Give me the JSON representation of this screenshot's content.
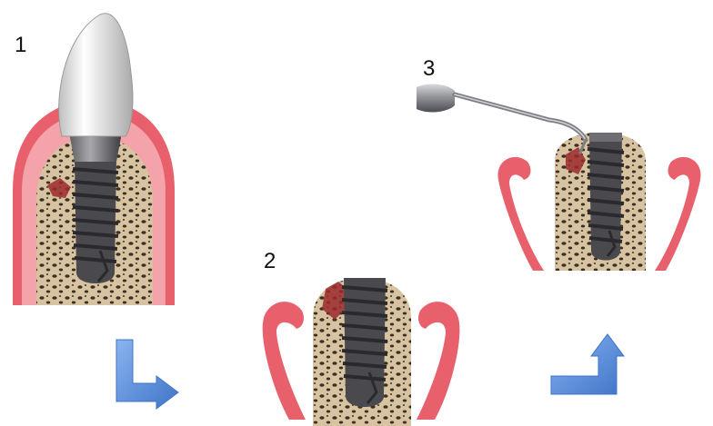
{
  "steps": [
    {
      "number": "1"
    },
    {
      "number": "2"
    },
    {
      "number": "3"
    }
  ],
  "colors": {
    "gum": "#e8606c",
    "gum_inner": "#f7c0c3",
    "bone": "#d8c3a0",
    "bone_pore": "#3a2e28",
    "implant": "#4a4a4e",
    "crown": "#e9e9e9",
    "arrow": "#5b8fdc",
    "inflammation": "#9b2a2a"
  },
  "icons": [
    "crown-icon",
    "implant-screw-icon",
    "dental-instrument-icon",
    "arrow-down-right-icon",
    "arrow-right-up-icon"
  ]
}
